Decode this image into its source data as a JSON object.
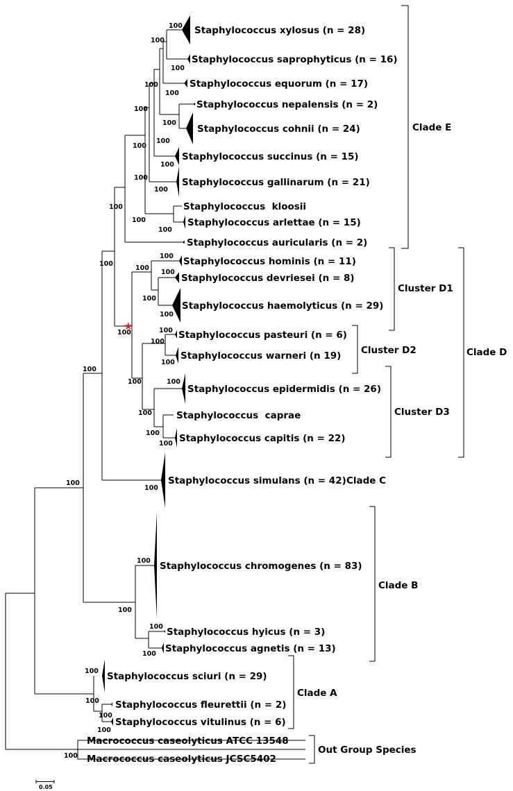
{
  "taxa": [
    "Staphylococcus xylosus (n = 28)",
    "Staphylococcus saprophyticus (n = 16)",
    "Staphylococcus equorum (n = 17)",
    "Staphylococcus nepalensis (n = 2)",
    "Staphylococcus cohnii (n = 24)",
    "Staphylococcus succinus (n = 15)",
    "Staphylococcus gallinarum (n = 21)",
    "Staphylococcus  kloosii",
    "Staphylococcus arlettae (n = 15)",
    "Staphylococcus auricularis (n = 2)",
    "Staphylococcus hominis (n = 11)",
    "Staphylococcus devriesei (n = 8)",
    "Staphylococcus haemolyticus (n = 29)",
    "Staphylococcus pasteuri (n = 6)",
    "Staphylococcus warneri (n 19)",
    "Staphylococcus epidermidis (n = 26)",
    "Staphylococcus  caprae",
    "Staphylococcus capitis (n = 22)",
    "Staphylococcus simulans (n = 42)",
    "Staphylococcus chromogenes (n = 83)",
    "Staphylococcus hyicus (n = 3)",
    "Staphylococcus agnetis (n = 13)",
    "Staphylococcus sciuri (n = 29)",
    "Staphylococcus fleurettii (n = 2)",
    "Staphylococcus vitulinus (n = 6)",
    "Macrococcus caseolyticus ATCC 13548",
    "Macrococcus caseolyticus JCSC5402"
  ],
  "groups": {
    "clade_e": "Clade E",
    "cluster_d1": "Cluster D1",
    "cluster_d2": "Cluster D2",
    "cluster_d3": "Cluster D3",
    "clade_d": "Clade D",
    "clade_c": "Clade C",
    "clade_b": "Clade B",
    "clade_a": "Clade A",
    "outgroup": "Out Group Species"
  },
  "support_value": "100",
  "scale_bar": "0.05",
  "marker_color": "#e02020"
}
